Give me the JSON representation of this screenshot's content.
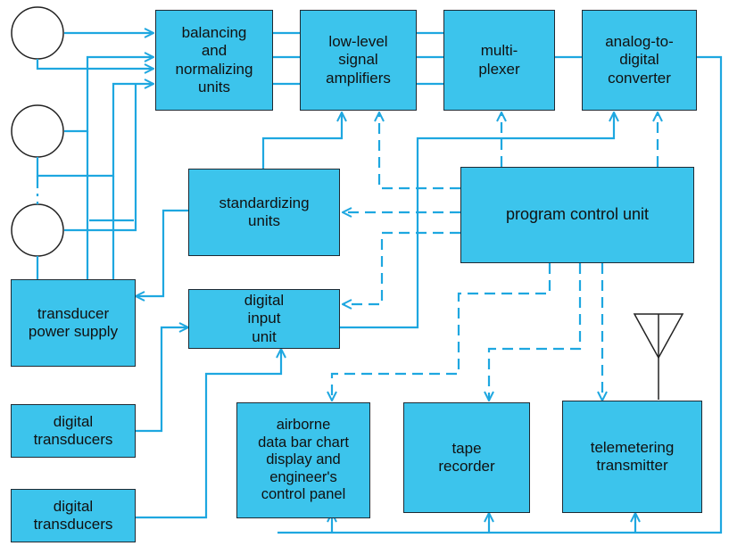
{
  "colors": {
    "block_fill": "#3cc4ec",
    "line": "#1ea7e0",
    "outline": "#1f2a33",
    "antenna": "#222222"
  },
  "blocks": {
    "balancing": "balancing\nand\nnormalizing\nunits",
    "amplifiers": "low-level\nsignal\namplifiers",
    "multiplexer": "multi-\nplexer",
    "adc": "analog-to-\ndigital\nconverter",
    "standardizing": "standardizing\nunits",
    "program_control": "program control unit",
    "power_supply": "transducer\npower supply",
    "digital_input": "digital\ninput\nunit",
    "digital_transducers_1": "digital\ntransducers",
    "digital_transducers_2": "digital\ntransducers",
    "airborne_display": "airborne\ndata bar chart\ndisplay and\nengineer's\ncontrol panel",
    "tape_recorder": "tape\nrecorder",
    "telemetering": "telemetering\ntransmitter"
  }
}
